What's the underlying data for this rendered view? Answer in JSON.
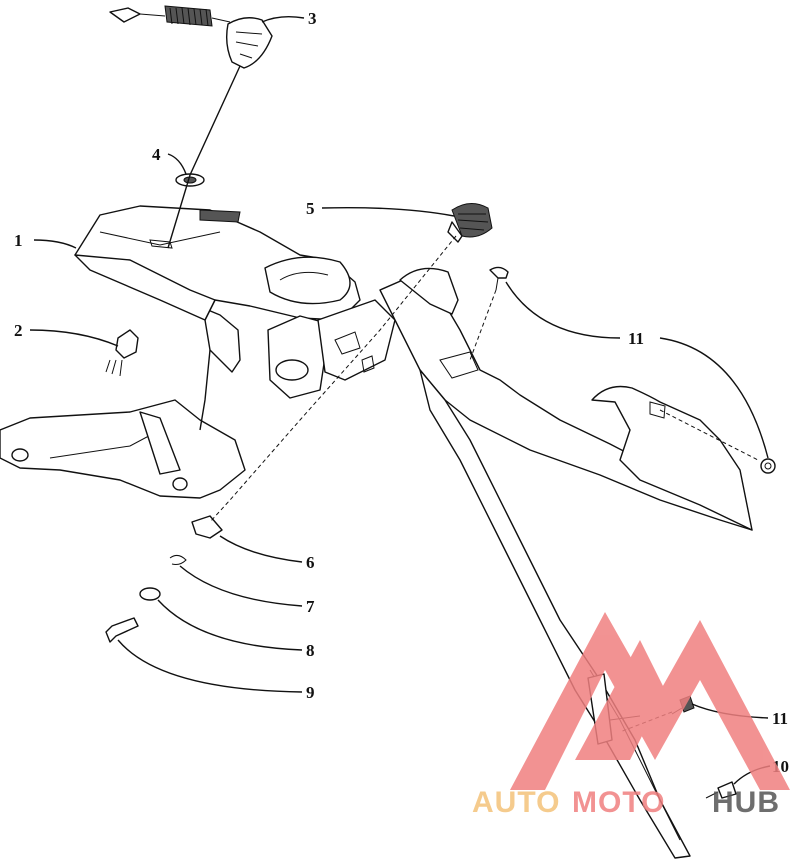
{
  "callouts": {
    "c1": "1",
    "c2": "2",
    "c3": "3",
    "c4": "4",
    "c5": "5",
    "c6": "6",
    "c7": "7",
    "c8": "8",
    "c9": "9",
    "c10": "10",
    "c11a": "11",
    "c11b": "11"
  },
  "watermark": {
    "text_auto": "AUTO",
    "text_moto": "MOTO",
    "text_hub": "HUB",
    "color_primary": "#f08080",
    "color_secondary": "#f4c27a",
    "color_hub": "#555555"
  }
}
